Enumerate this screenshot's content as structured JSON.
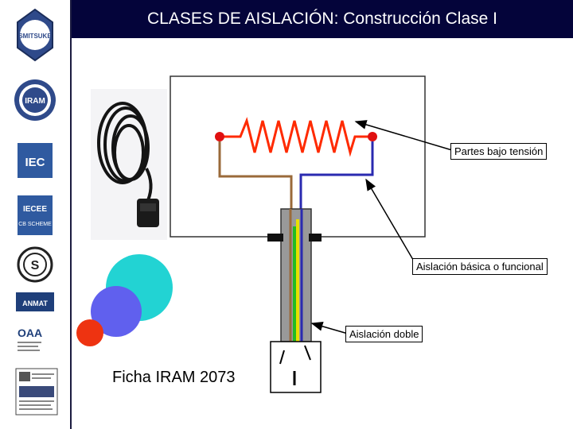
{
  "title": "CLASES DE AISLACIÓN:  Construcción Clase I",
  "logos": {
    "smitsuke": "SMITSUKE",
    "iram": "IRAM",
    "iec": "IEC",
    "iecee": "IECEE",
    "cb_scheme": "CB SCHEME",
    "s_mark": "S",
    "anmat": "ANMAT",
    "oaa": "OAA"
  },
  "labels": {
    "live_parts": "Partes bajo tensión",
    "basic_insulation": "Aislación básica o funcional",
    "double_insulation": "Aislación doble"
  },
  "plug_caption": "Ficha IRAM 2073",
  "colors": {
    "title_bg": "#04043a",
    "resistor": "#ff2a00",
    "terminal": "#e01010",
    "brown_wire": "#9a6a3a",
    "blue_wire": "#2a2ab0",
    "yellow_wire": "#e8e000",
    "green_wire": "#22bb22",
    "cable_sheath": "#999999",
    "circle_cyan": "#22d3d3",
    "circle_violet": "#6060ee",
    "circle_red": "#ee3311"
  }
}
